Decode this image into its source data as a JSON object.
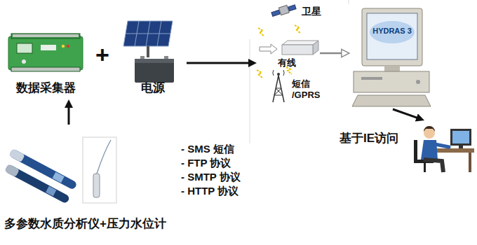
{
  "diagram": {
    "nodes": [
      {
        "text": [
          "数据采集器"
        ]
      },
      {
        "text": [
          "电源"
        ]
      },
      {
        "text": [
          "卫星"
        ]
      },
      {
        "text": [
          "有线"
        ]
      },
      {
        "text": [
          "短信 /GPRS"
        ]
      },
      {
        "text": [
          "HYDRAS 3"
        ]
      },
      {
        "text": [
          "基于IE访问"
        ]
      },
      {
        "text": [
          "多参数水质分析仪+压力水位计"
        ]
      }
    ],
    "edges": [
      {
        "from": 7,
        "to": 0,
        "arrow": "to"
      },
      {
        "from": 1,
        "to": 3,
        "arrow": "to"
      },
      {
        "from": 3,
        "to": 5,
        "arrow": "to"
      },
      {
        "from": 5,
        "to": 6,
        "arrow": "to"
      }
    ],
    "labels": [
      "+",
      "- SMS 短信",
      "- FTP 协议",
      "- SMTP 协议",
      "- HTTP 协议"
    ]
  }
}
